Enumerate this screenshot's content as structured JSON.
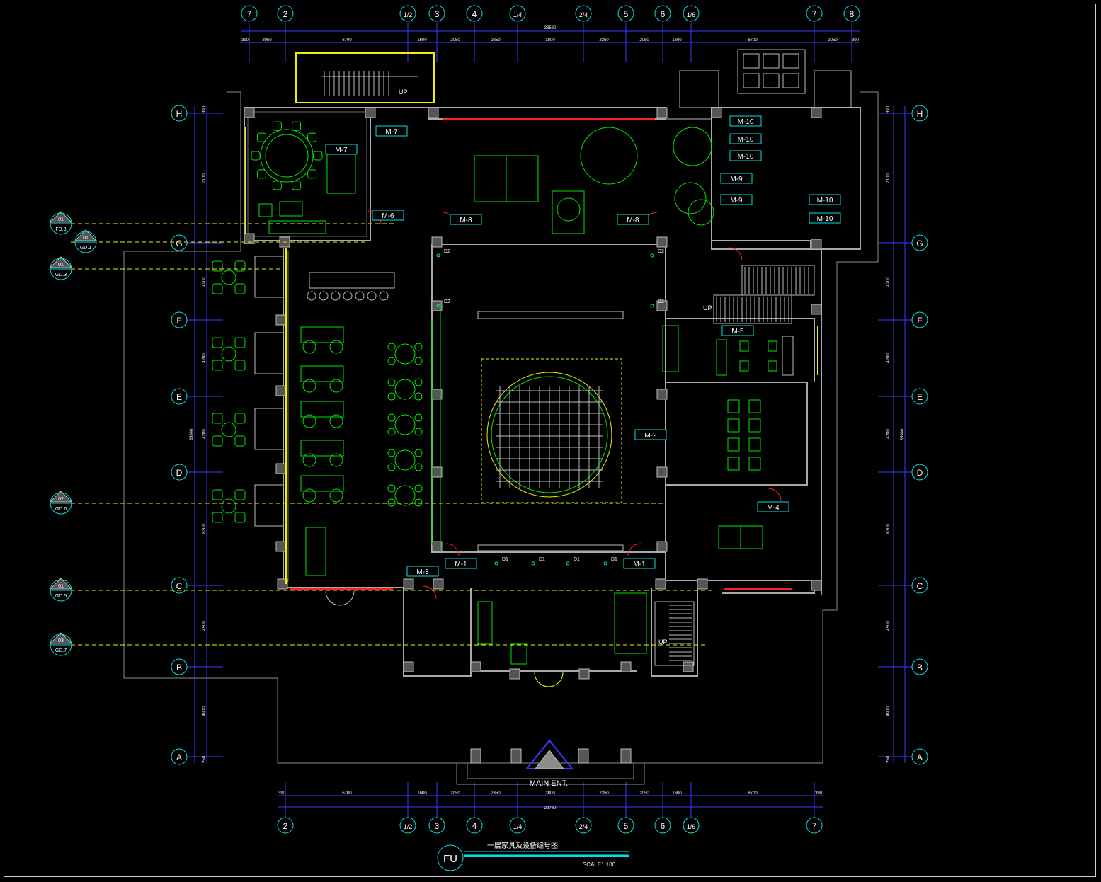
{
  "drawing": {
    "title": "一层家具及设备编号图",
    "scale": "SCALE1:100",
    "symbol": "FU",
    "entrance": "MAIN ENT.",
    "up_label": "UP"
  },
  "grid_top": [
    "7",
    "2",
    "1/2",
    "3",
    "4",
    "1/4",
    "2/4",
    "5",
    "6",
    "1/6",
    "7",
    "8"
  ],
  "grid_bottom": [
    "2",
    "1/2",
    "3",
    "4",
    "1/4",
    "2/4",
    "5",
    "6",
    "1/6",
    "7"
  ],
  "grid_left": [
    "H",
    "G",
    "F",
    "E",
    "D",
    "C",
    "B",
    "A"
  ],
  "grid_right": [
    "H",
    "G",
    "F",
    "E",
    "D",
    "C",
    "B",
    "A"
  ],
  "dims_top": {
    "overall": "33580",
    "segments": [
      "390",
      "2050",
      "6700",
      "1600",
      "2050",
      "2350",
      "3800",
      "2350",
      "2050",
      "1600",
      "6700",
      "2050",
      "390"
    ]
  },
  "dims_bottom": {
    "overall": "29780",
    "segments": [
      "390",
      "6700",
      "1600",
      "2050",
      "2350",
      "3800",
      "2350",
      "2050",
      "1600",
      "6700",
      "390"
    ]
  },
  "dims_left": {
    "overall": "35940",
    "segments": [
      "390",
      "7100",
      "4200",
      "4200",
      "4200",
      "6300",
      "4500",
      "4900",
      "250"
    ]
  },
  "dims_right": {
    "overall": "35940",
    "segments": [
      "390",
      "7100",
      "4200",
      "4200",
      "4200",
      "6300",
      "4500",
      "4900",
      "250"
    ]
  },
  "section_marks": [
    {
      "top": "01",
      "bottom": "FD.3"
    },
    {
      "top": "01",
      "bottom": "GD.1"
    },
    {
      "top": "01",
      "bottom": "GD.3"
    },
    {
      "top": "02",
      "bottom": "GD.6"
    },
    {
      "top": "01",
      "bottom": "GD.5"
    },
    {
      "top": "03",
      "bottom": "GD.7"
    }
  ],
  "door_tags": [
    "M-7",
    "M-7",
    "M-6",
    "M-8",
    "M-8",
    "M-10",
    "M-10",
    "M-10",
    "M-9",
    "M-9",
    "M-10",
    "M-10",
    "M-5",
    "M-2",
    "M-4",
    "M-3",
    "M-1",
    "M-1"
  ],
  "equipment_tags": [
    "D2",
    "D2",
    "D2",
    "D2",
    "D1",
    "D1",
    "D1",
    "D1"
  ],
  "colors": {
    "background": "#000000",
    "grid": "#3b3bff",
    "wall": "#9a9a9a",
    "furniture": "#00e800",
    "yellow": "#f0f000",
    "cyan": "#00e0e0",
    "red": "#ff2020",
    "magenta": "#ff30ff",
    "white": "#ffffff"
  }
}
